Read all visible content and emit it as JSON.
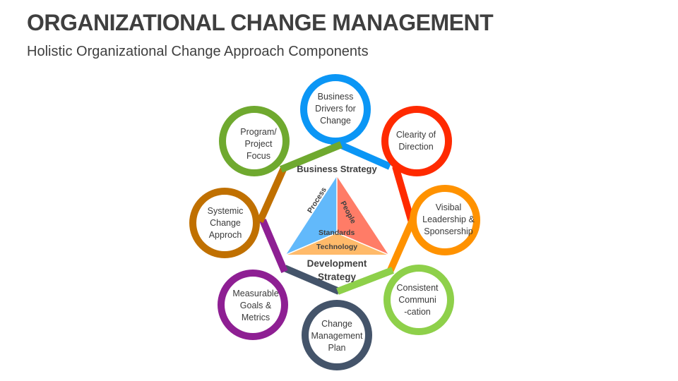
{
  "header": {
    "title": "ORGANIZATIONAL CHANGE MANAGEMENT",
    "subtitle": "Holistic Organizational Change Approach Components"
  },
  "diagram": {
    "nodes": [
      {
        "label": "Business Drivers for Change",
        "lines": [
          "Business",
          "Drivers for",
          "Change"
        ],
        "color": "#0B96F5"
      },
      {
        "label": "Clearity of Direction",
        "lines": [
          "Clearity of",
          "Direction"
        ],
        "color": "#FF2A00"
      },
      {
        "label": "Visibal Leadership & Sponsership",
        "lines": [
          "Visibal",
          "Leadership &",
          "Sponsership"
        ],
        "color": "#FF9200"
      },
      {
        "label": "Consistent Communi-cation",
        "lines": [
          "Consistent",
          "Communi",
          "-cation"
        ],
        "color": "#8ED04A"
      },
      {
        "label": "Change Management Plan",
        "lines": [
          "Change",
          "Management",
          "Plan"
        ],
        "color": "#44546A"
      },
      {
        "label": "Measurable Goals & Metrics",
        "lines": [
          "Measurable",
          "Goals &",
          "Metrics"
        ],
        "color": "#8E1F93"
      },
      {
        "label": "Systemic Change Approch",
        "lines": [
          "Systemic",
          "Change",
          "Approch"
        ],
        "color": "#C07000"
      },
      {
        "label": "Program/ Project Focus",
        "lines": [
          "Program/",
          "Project",
          "Focus"
        ],
        "color": "#6FA92F"
      }
    ],
    "center": {
      "top_label": "Business Strategy",
      "bottom_label_line1": "Development",
      "bottom_label_line2": "Strategy",
      "triangle": {
        "left": {
          "label": "Process",
          "color": "#62B9FB"
        },
        "right": {
          "label": "People",
          "color": "#FF7C67"
        },
        "bottom": {
          "label": "Technology",
          "color": "#FFBA6A"
        },
        "center_label": "Standards"
      }
    }
  }
}
